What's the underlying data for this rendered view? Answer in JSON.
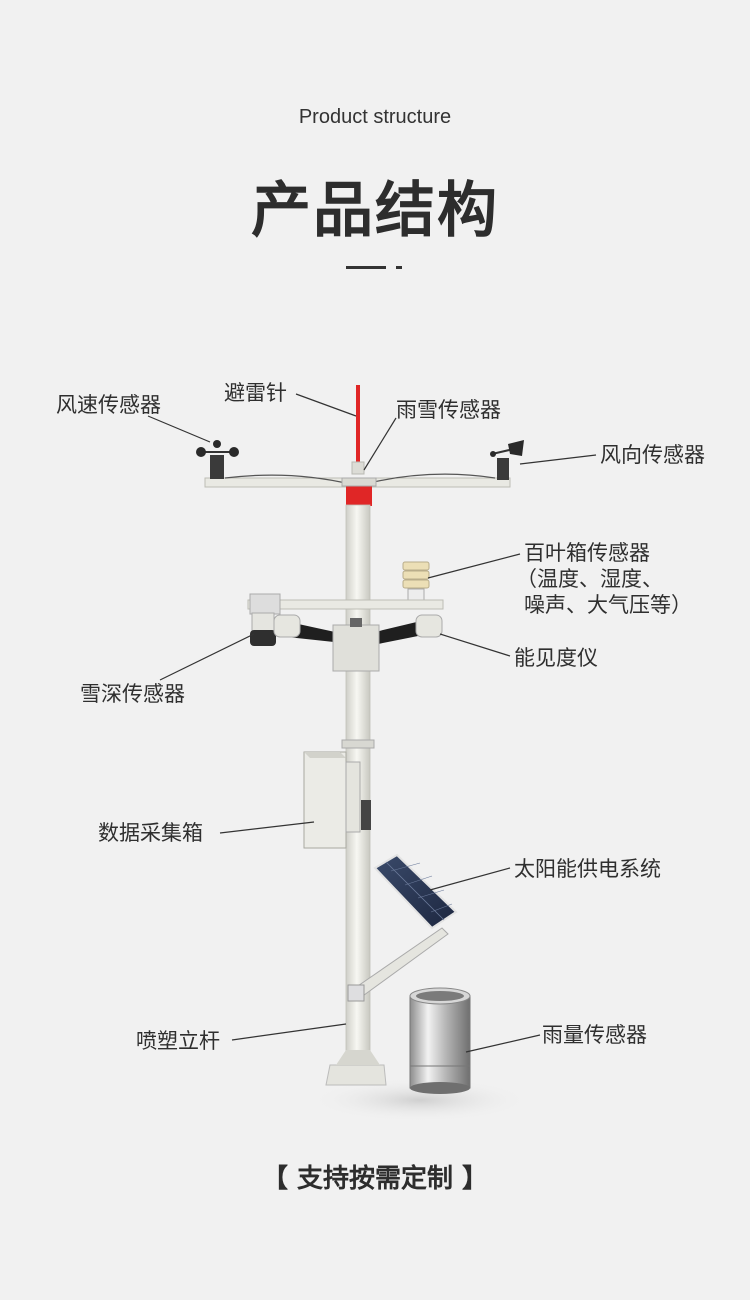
{
  "header": {
    "subtitle": "Product structure",
    "title": "产品结构"
  },
  "labels": {
    "wind_speed": "风速传感器",
    "lightning_rod": "避雷针",
    "rain_snow": "雨雪传感器",
    "wind_direction": "风向传感器",
    "louver_line1": "百叶箱传感器",
    "louver_line2": "（温度、湿度、",
    "louver_line3": "噪声、大气压等）",
    "visibility": "能见度仪",
    "snow_depth": "雪深传感器",
    "data_box": "数据采集箱",
    "solar": "太阳能供电系统",
    "pole": "喷塑立杆",
    "rain_gauge": "雨量传感器"
  },
  "footer": {
    "text": "【 支持按需定制 】"
  },
  "colors": {
    "background": "#f1f1f1",
    "pole": "#ecece6",
    "accent_red": "#e02626",
    "text": "#2f2f2f"
  }
}
